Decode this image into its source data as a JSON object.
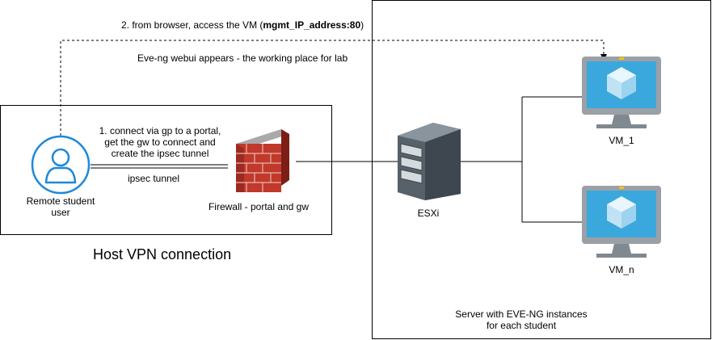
{
  "instructions": {
    "step2_prefix": "2. from browser, access the VM (",
    "step2_bold": "mgmt_IP_address:80",
    "step2_suffix": ")",
    "webui_note": "Eve-ng webui appears - the working place for lab",
    "step1_line1": "1. connect via gp to a portal,",
    "step1_line2": "get the gw to connect and",
    "step1_line3": "create the ipsec tunnel",
    "ipsec": "ipsec tunnel"
  },
  "nodes": {
    "student_line1": "Remote student",
    "student_line2": "user",
    "firewall": "Firewall - portal and gw",
    "esxi": "ESXi",
    "vm1": "VM_1",
    "vmn": "VM_n"
  },
  "groups": {
    "host_vpn": "Host VPN connection",
    "server_line1": "Server with EVE-NG instances",
    "server_line2": "for each student"
  },
  "colors": {
    "user_icon": "#1E88D9",
    "firewall_brick": "#C0392B",
    "firewall_top": "#8E8E8E",
    "server_body": "#4A5560",
    "monitor_frame": "#9AA0A6",
    "monitor_screen": "#3AA8DD"
  }
}
